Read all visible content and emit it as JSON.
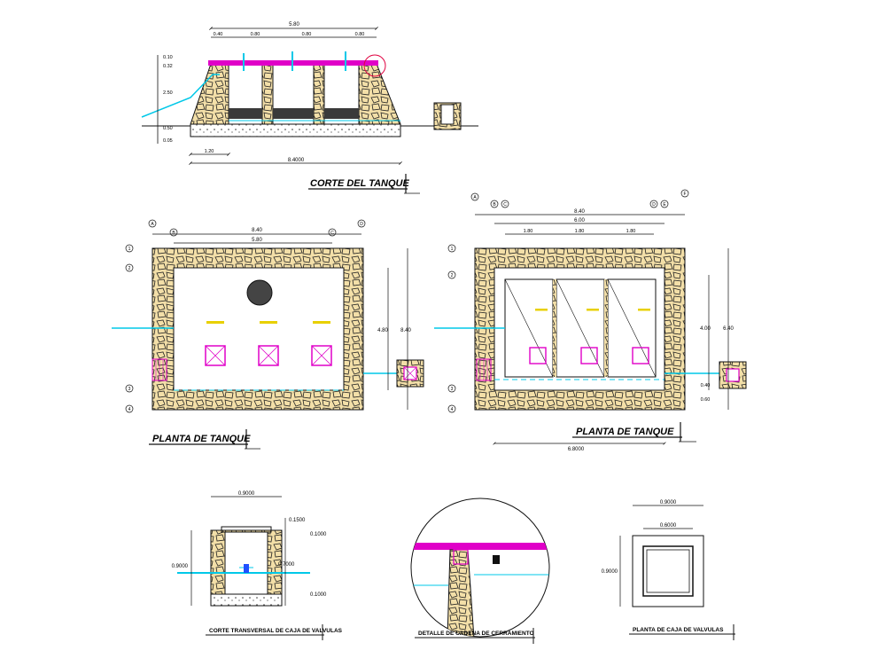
{
  "colors": {
    "line": "#111111",
    "pipe": "#00c8e8",
    "wall_accent": "#e000c8",
    "label_yellow": "#e8d000",
    "stone_fill": "#f3dfa8",
    "floor_dark": "#3a3a3a"
  },
  "corte_tanque": {
    "title": "CORTE DEL TANQUE",
    "overall_top": "5.80",
    "dims_top": [
      "0.40",
      "0.80",
      "0.80",
      "0.80"
    ],
    "dims_left": [
      "0.10",
      "0.32",
      "2.50",
      "0.50",
      "0.05"
    ],
    "dims_bottom": [
      "1.20",
      "8.4000"
    ]
  },
  "planta_1": {
    "title": "PLANTA DE TANQUE",
    "axis_top": [
      "A",
      "B",
      "C",
      "D"
    ],
    "axis_left": [
      "1",
      "2",
      "3",
      "4"
    ],
    "dim_outer": "8.40",
    "dim_inner": "5.80",
    "dim_right_outer": "8.40",
    "dim_right_inner": "4.80"
  },
  "planta_2": {
    "title": "PLANTA DE TANQUE",
    "axis_top": [
      "A",
      "B",
      "C",
      "D",
      "E",
      "F"
    ],
    "axis_left": [
      "1",
      "2",
      "3",
      "4"
    ],
    "dim_outer": "8.40",
    "dim_inner": "6.00",
    "dims_cells": [
      "1.80",
      "1.80",
      "1.80"
    ],
    "dim_right_outer": "6.40",
    "dim_right_inner": "4.00",
    "dims_right_small": [
      "0.40",
      "0.60"
    ],
    "dim_bottom": "6.8000"
  },
  "caja_corte": {
    "title": "CORTE TRANSVERSAL DE CAJA DE VALVULAS",
    "dim_top": "0.9000",
    "dim_left": "0.9000",
    "dims_right": [
      "0.1500",
      "0.1000",
      "0.7000",
      "0.1000"
    ]
  },
  "detalle": {
    "title": "DETALLE DE CADENA DE CERRAMIENTO"
  },
  "caja_planta": {
    "title": "PLANTA DE CAJA DE VALVULAS",
    "dim_top_outer": "0.9000",
    "dim_top_inner": "0.6000",
    "dim_left": "0.9000"
  }
}
